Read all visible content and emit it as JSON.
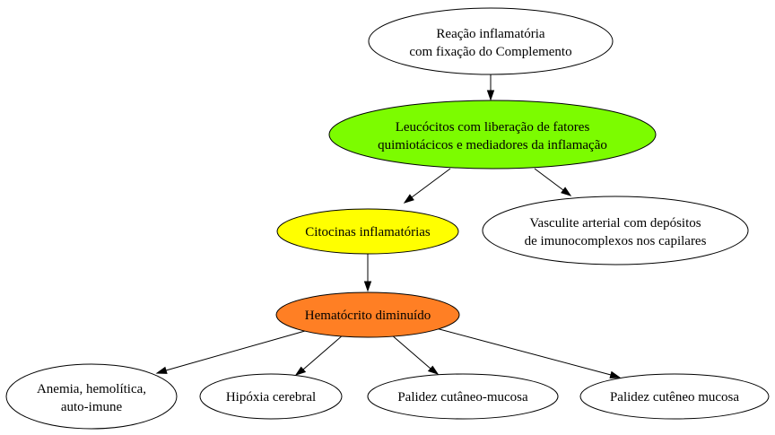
{
  "nodes": {
    "reacao": {
      "lines": [
        "Reação inflamatória",
        "com fixação do Complemento"
      ],
      "fill": "#ffffff"
    },
    "leucocitos": {
      "lines": [
        "Leucócitos com liberação de fatores",
        "quimiotácicos e mediadores da inflamação"
      ],
      "fill": "#7cfc00"
    },
    "citocinas": {
      "lines": [
        "Citocinas inflamatórias"
      ],
      "fill": "#ffff00"
    },
    "vasculite": {
      "lines": [
        "Vasculite arterial com depósitos",
        "de imunocomplexos nos capilares"
      ],
      "fill": "#ffffff"
    },
    "hematocrito": {
      "lines": [
        "Hematócrito diminuído"
      ],
      "fill": "#ff7f24"
    },
    "anemia": {
      "lines": [
        "Anemia, hemolítica,",
        "auto-imune"
      ],
      "fill": "#ffffff"
    },
    "hipoxia": {
      "lines": [
        "Hipóxia cerebral"
      ],
      "fill": "#ffffff"
    },
    "palidez1": {
      "lines": [
        "Palidez cutâneo-mucosa"
      ],
      "fill": "#ffffff"
    },
    "palidez2": {
      "lines": [
        "Palidez cutêneo mucosa"
      ],
      "fill": "#ffffff"
    }
  },
  "edges": [
    {
      "from": "reacao",
      "to": "leucocitos"
    },
    {
      "from": "leucocitos",
      "to": "citocinas"
    },
    {
      "from": "leucocitos",
      "to": "vasculite"
    },
    {
      "from": "citocinas",
      "to": "hematocrito"
    },
    {
      "from": "hematocrito",
      "to": "anemia"
    },
    {
      "from": "hematocrito",
      "to": "hipoxia"
    },
    {
      "from": "hematocrito",
      "to": "palidez1"
    },
    {
      "from": "hematocrito",
      "to": "palidez2"
    }
  ]
}
